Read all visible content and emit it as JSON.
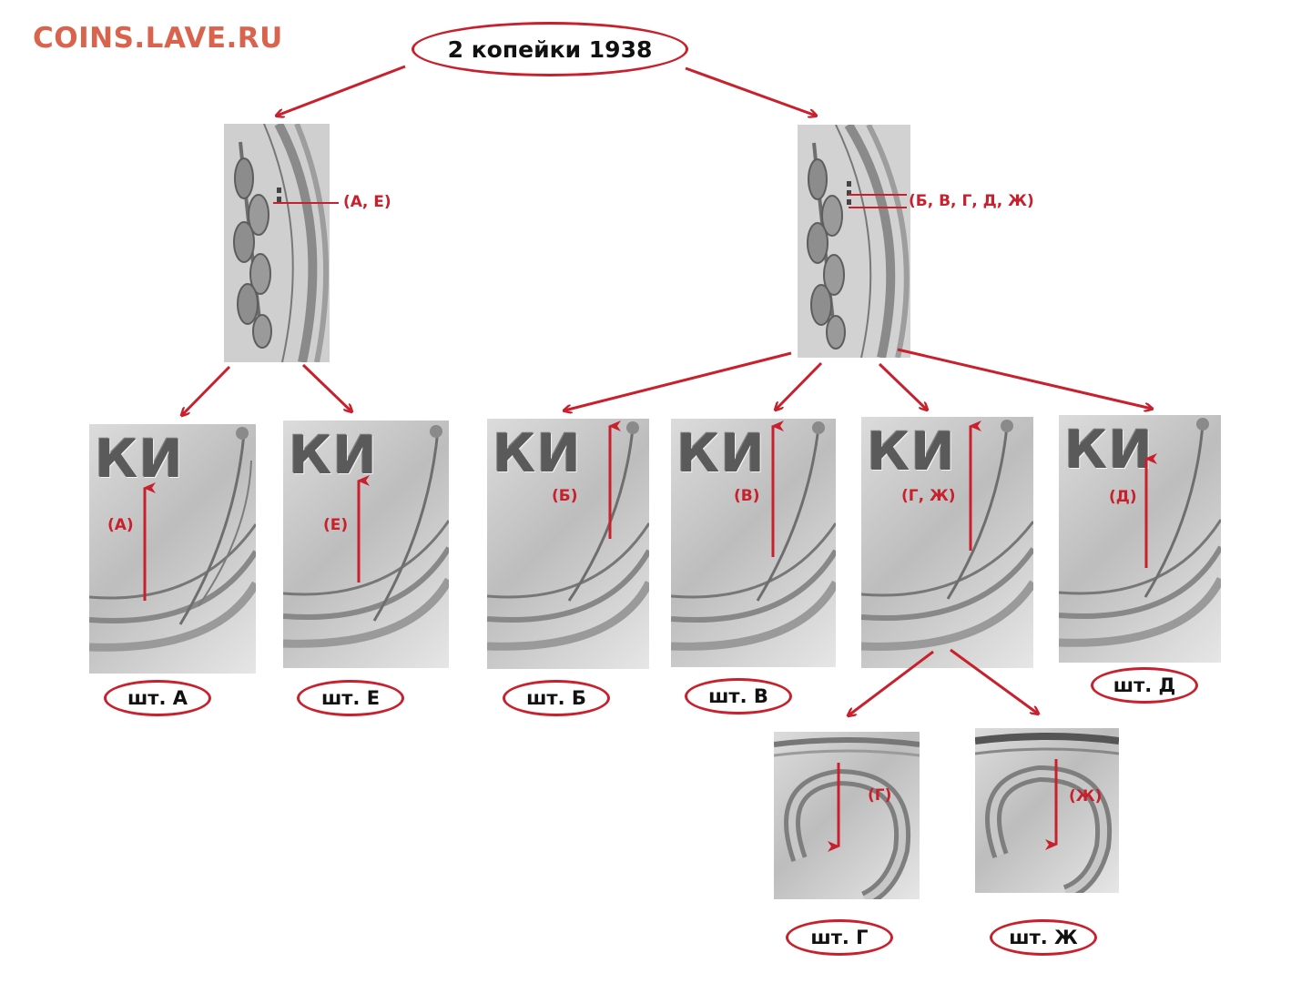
{
  "site": {
    "logo_text": "COINS.LAVE.RU"
  },
  "title": "2 копейки 1938",
  "branch_labels": {
    "left": "(А, Е)",
    "right": "(Б, В, Г, Д, Ж)"
  },
  "obverse_letters": "КИ",
  "dies": [
    {
      "id": "A",
      "mark": "(А)",
      "label": "шт. А"
    },
    {
      "id": "E",
      "mark": "(Е)",
      "label": "шт. Е"
    },
    {
      "id": "B",
      "mark": "(Б)",
      "label": "шт. Б"
    },
    {
      "id": "V",
      "mark": "(В)",
      "label": "шт. В"
    },
    {
      "id": "GZh",
      "mark": "(Г, Ж)",
      "label": ""
    },
    {
      "id": "D",
      "mark": "(Д)",
      "label": "шт. Д"
    },
    {
      "id": "G",
      "mark": "(Г)",
      "label": "шт. Г"
    },
    {
      "id": "Zh",
      "mark": "(Ж)",
      "label": "шт. Ж"
    }
  ],
  "colors": {
    "accent_red": "#c8202c",
    "logo": "#d9634c",
    "text": "#111111"
  }
}
